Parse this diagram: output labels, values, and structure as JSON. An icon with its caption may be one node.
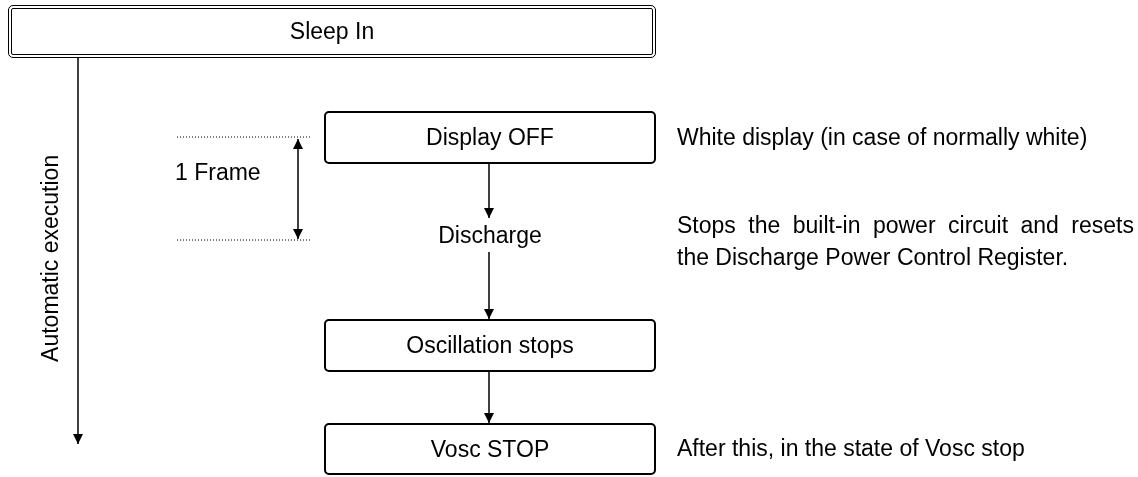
{
  "diagram": {
    "nodes": [
      {
        "text": [
          "Sleep In"
        ]
      },
      {
        "text": [
          "Display OFF"
        ],
        "beside": [
          "White display (in case of normally white)"
        ]
      },
      {
        "text": [
          "Discharge"
        ]
      },
      {
        "text": [
          "Oscillation stops"
        ]
      },
      {
        "text": [
          "Vosc STOP"
        ],
        "beside": [
          "After this, in the state of Vosc stop"
        ]
      }
    ],
    "edges": [
      {
        "from": 0,
        "to": null,
        "arrow": "to",
        "label": "Automatic execution"
      },
      {
        "from": 1,
        "to": 2,
        "arrow": "to"
      },
      {
        "from": 2,
        "to": 3,
        "arrow": "to"
      },
      {
        "from": 3,
        "to": 4,
        "arrow": "to"
      }
    ],
    "labels": [
      "1 Frame",
      "Stops the built-in power circuit and resets the Discharge Power Control Register."
    ]
  }
}
